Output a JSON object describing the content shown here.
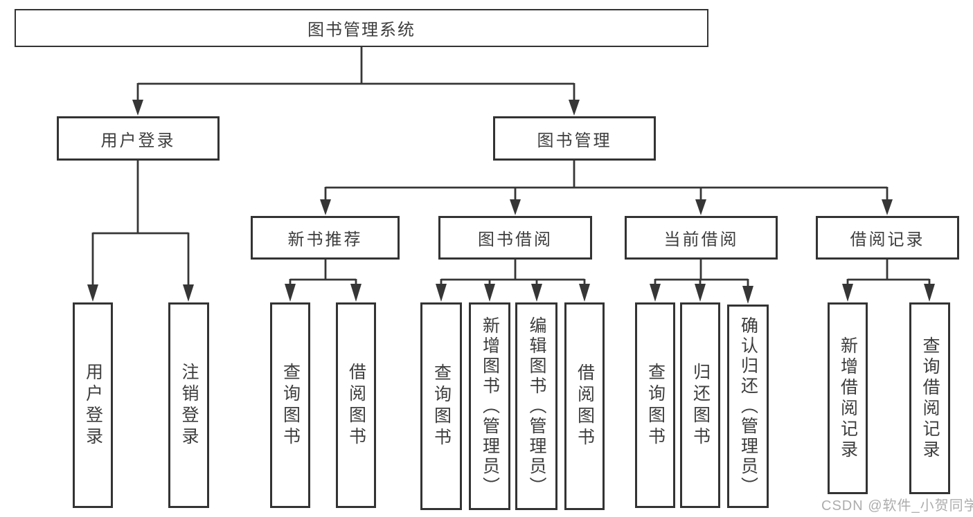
{
  "diagram": {
    "root": {
      "label": "图书管理系统"
    },
    "branches": [
      {
        "label": "用户登录",
        "children": [
          {
            "label": "用户登录"
          },
          {
            "label": "注销登录"
          }
        ]
      },
      {
        "label": "图书管理",
        "children": [
          {
            "label": "新书推荐",
            "children": [
              {
                "label": "查询图书"
              },
              {
                "label": "借阅图书"
              }
            ]
          },
          {
            "label": "图书借阅",
            "children": [
              {
                "label": "查询图书"
              },
              {
                "label": "新增图书（管理员）"
              },
              {
                "label": "编辑图书（管理员）"
              },
              {
                "label": "借阅图书"
              }
            ]
          },
          {
            "label": "当前借阅",
            "children": [
              {
                "label": "查询图书"
              },
              {
                "label": "归还图书"
              },
              {
                "label": "确认归还（管理员）"
              }
            ]
          },
          {
            "label": "借阅记录",
            "children": [
              {
                "label": "新增借阅记录"
              },
              {
                "label": "查询借阅记录"
              }
            ]
          }
        ]
      }
    ]
  },
  "watermark": {
    "text": "CSDN @软件_小贺同学"
  },
  "colors": {
    "line": "#363636",
    "box_border": "#333333",
    "text": "#3d3d3d",
    "background": "#ffffff",
    "watermark": "#adadad"
  }
}
